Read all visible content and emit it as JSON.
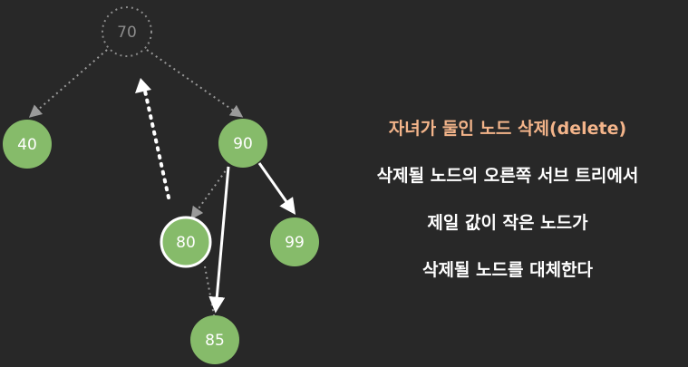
{
  "tree": {
    "nodes": [
      {
        "id": "n70",
        "label": "70",
        "state": "ghost"
      },
      {
        "id": "n40",
        "label": "40",
        "state": "normal"
      },
      {
        "id": "n90",
        "label": "90",
        "state": "normal"
      },
      {
        "id": "n80",
        "label": "80",
        "state": "highlighted"
      },
      {
        "id": "n99",
        "label": "99",
        "state": "normal"
      },
      {
        "id": "n85",
        "label": "85",
        "state": "normal"
      }
    ],
    "colors": {
      "node_fill": "#86bb6a",
      "node_text": "#ffffff",
      "ghost_stroke": "#8c8c8c",
      "ghost_text": "#8c8c8c",
      "highlight_ring": "#ffffff",
      "arrow_solid": "#ffffff",
      "arrow_dotted": "#9a9a9a"
    }
  },
  "caption": {
    "title": "자녀가 둘인 노드 삭제(delete)",
    "lines": [
      "삭제될 노드의 오른쪽 서브 트리에서",
      "제일 값이 작은 노드가",
      "삭제될 노드를 대체한다"
    ],
    "title_color": "#f3b48a",
    "text_color": "#ffffff"
  }
}
